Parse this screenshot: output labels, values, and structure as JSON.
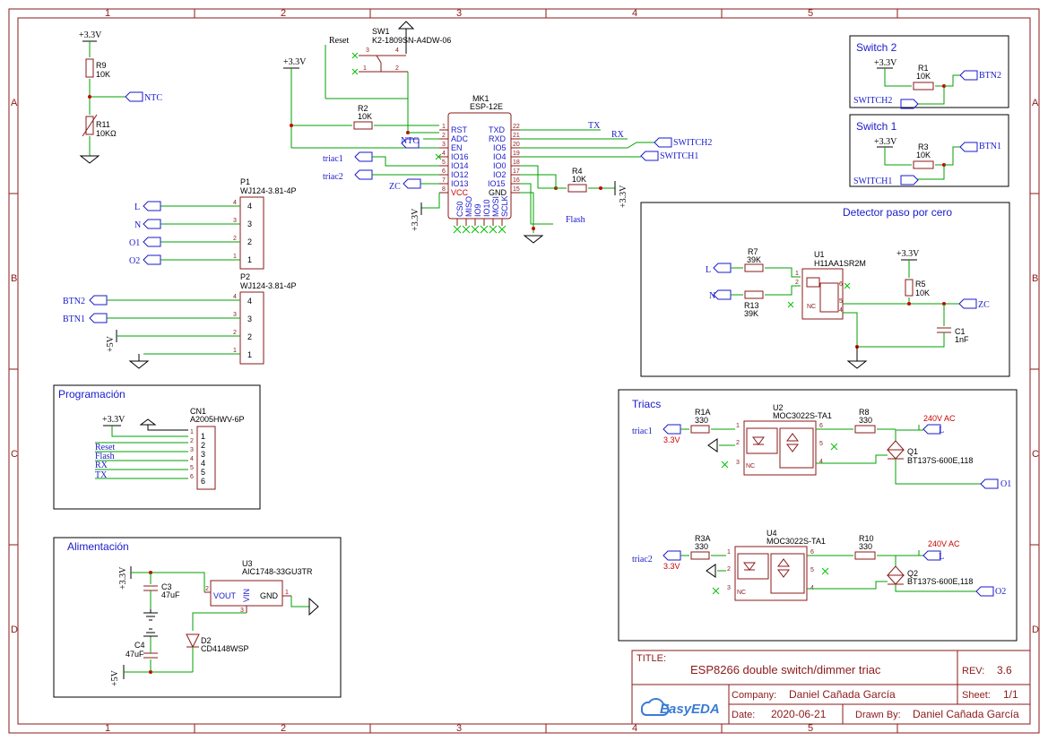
{
  "frame": {
    "col_labels": [
      "1",
      "2",
      "3",
      "4",
      "5"
    ],
    "row_labels": [
      "A",
      "B",
      "C",
      "D"
    ]
  },
  "title_block": {
    "title_label": "TITLE:",
    "title": "ESP8266 double switch/dimmer triac",
    "rev_label": "REV:",
    "rev": "3.6",
    "company_label": "Company:",
    "company": "Daniel Cañada García",
    "sheet_label": "Sheet:",
    "sheet": "1/1",
    "date_label": "Date:",
    "date": "2020-06-21",
    "drawn_label": "Drawn By:",
    "drawn_by": "Daniel Cañada García",
    "logo_text": "EasyEDA"
  },
  "sections": {
    "switch2": "Switch 2",
    "switch1": "Switch 1",
    "zero_cross": "Detector paso por cero",
    "programming": "Programación",
    "power": "Alimentación",
    "triacs": "Triacs"
  },
  "ntc": {
    "supply": "+3.3V",
    "r9": "R9",
    "r9_val": "10K",
    "r11": "R11",
    "r11_val": "10KΩ",
    "net": "NTC"
  },
  "sw1": {
    "ref": "SW1",
    "part": "K2-1809SN-A4DW-06",
    "reset": "Reset",
    "pins": [
      "3",
      "4",
      "1",
      "2"
    ]
  },
  "mcu": {
    "supply": "+3.3V",
    "r2": "R2",
    "r2_val": "10K",
    "ref": "MK1",
    "part": "ESP-12E",
    "left_pins": [
      {
        "num": "1",
        "name": "RST"
      },
      {
        "num": "2",
        "name": "ADC"
      },
      {
        "num": "3",
        "name": "EN"
      },
      {
        "num": "4",
        "name": "IO16"
      },
      {
        "num": "5",
        "name": "IO14"
      },
      {
        "num": "6",
        "name": "IO12"
      },
      {
        "num": "7",
        "name": "IO13"
      },
      {
        "num": "8",
        "name": "VCC"
      }
    ],
    "right_pins": [
      {
        "num": "22",
        "name": "TXD"
      },
      {
        "num": "21",
        "name": "RXD"
      },
      {
        "num": "20",
        "name": "IO5"
      },
      {
        "num": "19",
        "name": "IO4"
      },
      {
        "num": "18",
        "name": "IO0"
      },
      {
        "num": "17",
        "name": "IO2"
      },
      {
        "num": "16",
        "name": "IO15"
      },
      {
        "num": "15",
        "name": "GND"
      }
    ],
    "bottom_pins": [
      "CS0",
      "MISO",
      "IO9",
      "IO10",
      "MOSI",
      "SCLK"
    ],
    "nets": {
      "ntc": "NTC",
      "triac1": "triac1",
      "triac2": "triac2",
      "zc": "ZC",
      "tx": "TX",
      "rx": "RX",
      "switch2": "SWITCH2",
      "switch1": "SWITCH1",
      "flash": "Flash",
      "vcc_supply": "+3.3V",
      "r4_supply": "+3.3V"
    },
    "r4": "R4",
    "r4_val": "10K"
  },
  "p1": {
    "ref": "P1",
    "part": "WJ124-3.81-4P",
    "nets": [
      "L",
      "N",
      "O1",
      "O2"
    ],
    "pins": [
      "4",
      "3",
      "2",
      "1"
    ]
  },
  "p2": {
    "ref": "P2",
    "part": "WJ124-3.81-4P",
    "nets": [
      "BTN2",
      "BTN1"
    ],
    "supply": "+5V",
    "pins": [
      "4",
      "3",
      "2",
      "1"
    ]
  },
  "switch2": {
    "supply": "+3.3V",
    "r": "R1",
    "r_val": "10K",
    "btn": "BTN2",
    "net": "SWITCH2"
  },
  "switch1": {
    "supply": "+3.3V",
    "r": "R3",
    "r_val": "10K",
    "btn": "BTN1",
    "net": "SWITCH1"
  },
  "zc": {
    "l": "L",
    "n": "N",
    "r7": "R7",
    "r7_val": "39K",
    "r13": "R13",
    "r13_val": "39K",
    "u1": "U1",
    "u1_part": "H11AA1SR2M",
    "supply": "+3.3V",
    "r5": "R5",
    "r5_val": "10K",
    "c1": "C1",
    "c1_val": "1nF",
    "net": "ZC",
    "pins": [
      "1",
      "2",
      "6",
      "5",
      "4"
    ],
    "nc": "NC"
  },
  "prog": {
    "supply": "+3.3V",
    "ref": "CN1",
    "part": "A2005HWV-6P",
    "nets": [
      "Reset",
      "Flash",
      "RX",
      "TX"
    ],
    "pins": [
      "1",
      "2",
      "3",
      "4",
      "5",
      "6"
    ]
  },
  "power": {
    "supply": "+3.3V",
    "c3": "C3",
    "c3_val": "47uF",
    "u3": "U3",
    "u3_part": "AIC1748-33GU3TR",
    "vout": "VOUT",
    "vin": "VIN",
    "gnd": "GND",
    "pins": [
      "2",
      "1",
      "3"
    ],
    "c4": "C4",
    "c4_val": "47uF",
    "d2": "D2",
    "d2_part": "CD4148WSP",
    "vin_supply": "+5V"
  },
  "triac_a": {
    "net_in": "triac1",
    "v": "3.3V",
    "r_a": "R1A",
    "r_a_val": "330",
    "u": "U2",
    "u_part": "MOC3022S-TA1",
    "r": "R8",
    "r_val": "330",
    "ac": "240V AC",
    "l": "L",
    "q": "Q1",
    "q_part": "BT137S-600E,118",
    "out": "O1",
    "pins": [
      "1",
      "2",
      "3",
      "6",
      "5",
      "4"
    ],
    "nc": "NC"
  },
  "triac_b": {
    "net_in": "triac2",
    "v": "3.3V",
    "r_a": "R3A",
    "r_a_val": "330",
    "u": "U4",
    "u_part": "MOC3022S-TA1",
    "r": "R10",
    "r_val": "330",
    "ac": "240V AC",
    "l": "L",
    "q": "Q2",
    "q_part": "BT137S-600E,118",
    "out": "O2",
    "pins": [
      "1",
      "2",
      "3",
      "6",
      "5",
      "4"
    ],
    "nc": "NC"
  }
}
